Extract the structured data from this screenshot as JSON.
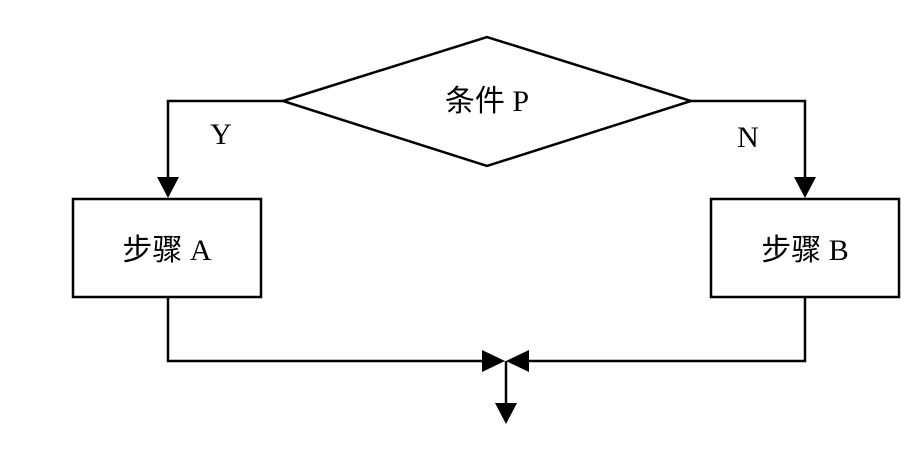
{
  "diagram": {
    "condition": "条件 P",
    "yes_label": "Y",
    "no_label": "N",
    "step_a": "步骤 A",
    "step_b": "步骤 B"
  },
  "colors": {
    "stroke": "#000000",
    "background": "#ffffff"
  }
}
